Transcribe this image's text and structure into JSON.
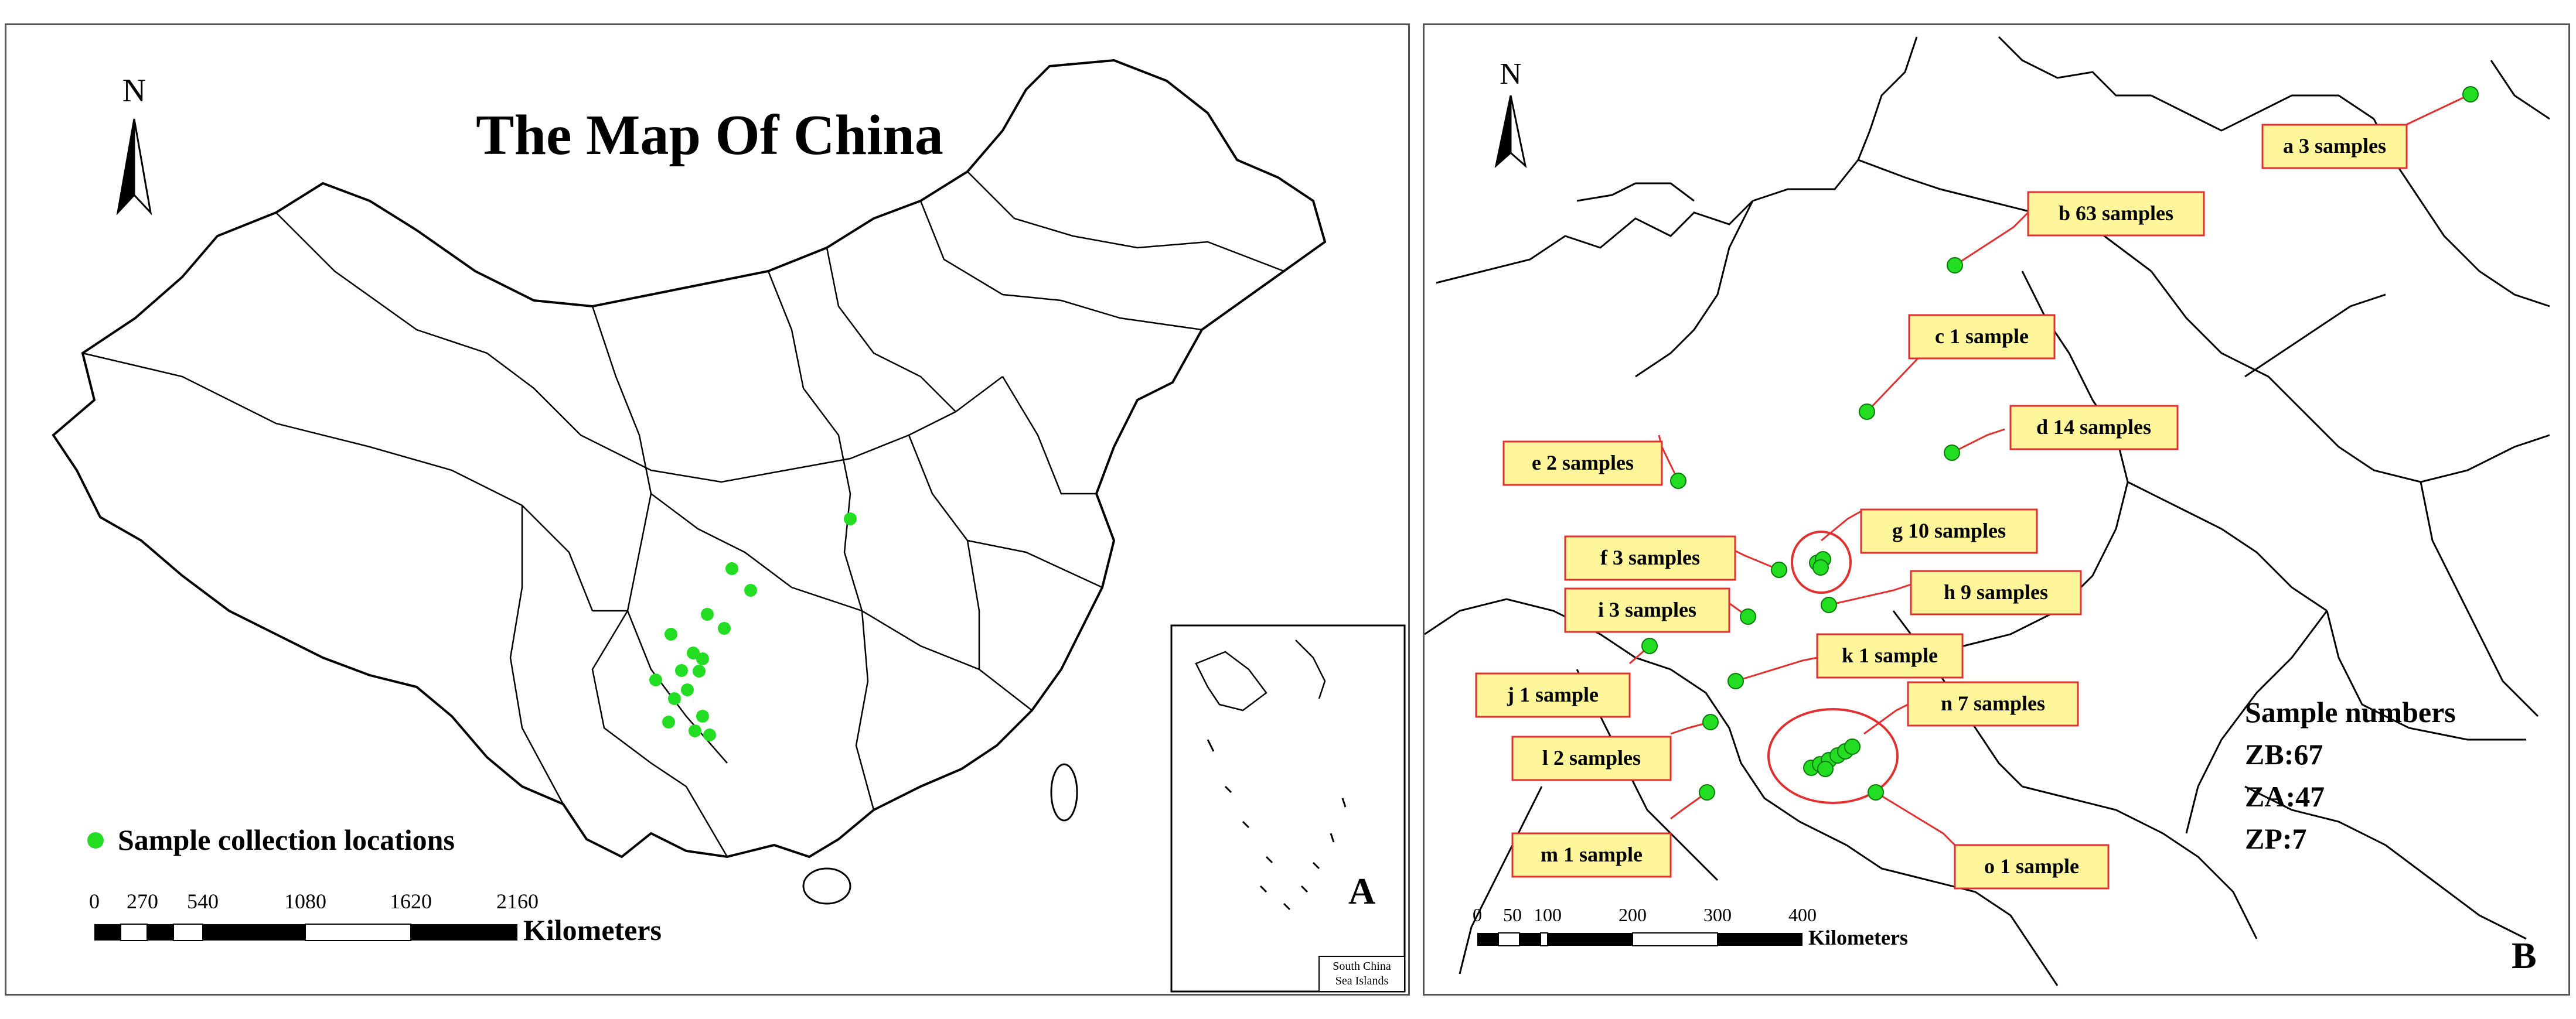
{
  "panel_a": {
    "title": "The Map Of China",
    "north": "N",
    "panel_label": "A",
    "legend_label": "Sample collection locations",
    "scale": {
      "ticks": [
        "0",
        "270",
        "540",
        "1080",
        "1620",
        "2160"
      ],
      "unit": "Kilometers"
    },
    "inset": {
      "caption_line1": "South China",
      "caption_line2": "Sea Islands"
    }
  },
  "panel_b": {
    "north": "N",
    "panel_label": "B",
    "scale": {
      "ticks": [
        "0",
        "50",
        "100",
        "200",
        "300",
        "400"
      ],
      "unit": "Kilometers"
    },
    "sample_numbers": {
      "title": "Sample numbers",
      "lines": [
        "ZB:67",
        "ZA:47",
        "ZP:7"
      ]
    },
    "labels": [
      {
        "id": "a",
        "text": "a  3 samples"
      },
      {
        "id": "b",
        "text": "b  63 samples"
      },
      {
        "id": "c",
        "text": "c  1 sample"
      },
      {
        "id": "d",
        "text": "d  14 samples"
      },
      {
        "id": "e",
        "text": "e  2 samples"
      },
      {
        "id": "f",
        "text": "f  3 samples"
      },
      {
        "id": "g",
        "text": "g  10 samples"
      },
      {
        "id": "h",
        "text": "h  9 samples"
      },
      {
        "id": "i",
        "text": "i  3 samples"
      },
      {
        "id": "j",
        "text": "j  1 sample"
      },
      {
        "id": "k",
        "text": "k  1 sample"
      },
      {
        "id": "l",
        "text": "l  2 samples"
      },
      {
        "id": "m",
        "text": "m  1 sample"
      },
      {
        "id": "n",
        "text": "n  7 samples"
      },
      {
        "id": "o",
        "text": "o  1 sample"
      }
    ]
  },
  "colors": {
    "sample_point": "#22dd22",
    "callout_fill": "#fff59a",
    "callout_border": "#e03030",
    "leader": "#e03030"
  }
}
